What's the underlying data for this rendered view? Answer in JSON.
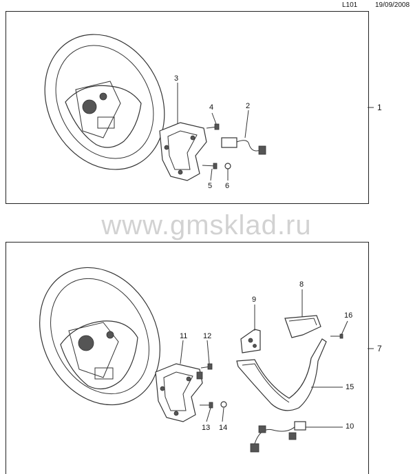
{
  "header": {
    "code": "L101",
    "date": "19/09/2008"
  },
  "watermark": "www.gmsklad.ru",
  "top_panel": {
    "external_label": "1",
    "callouts": [
      "3",
      "4",
      "2",
      "5",
      "6"
    ]
  },
  "bottom_panel": {
    "external_label": "7",
    "callouts": [
      "8",
      "9",
      "16",
      "11",
      "12",
      "15",
      "13",
      "14",
      "10"
    ]
  }
}
